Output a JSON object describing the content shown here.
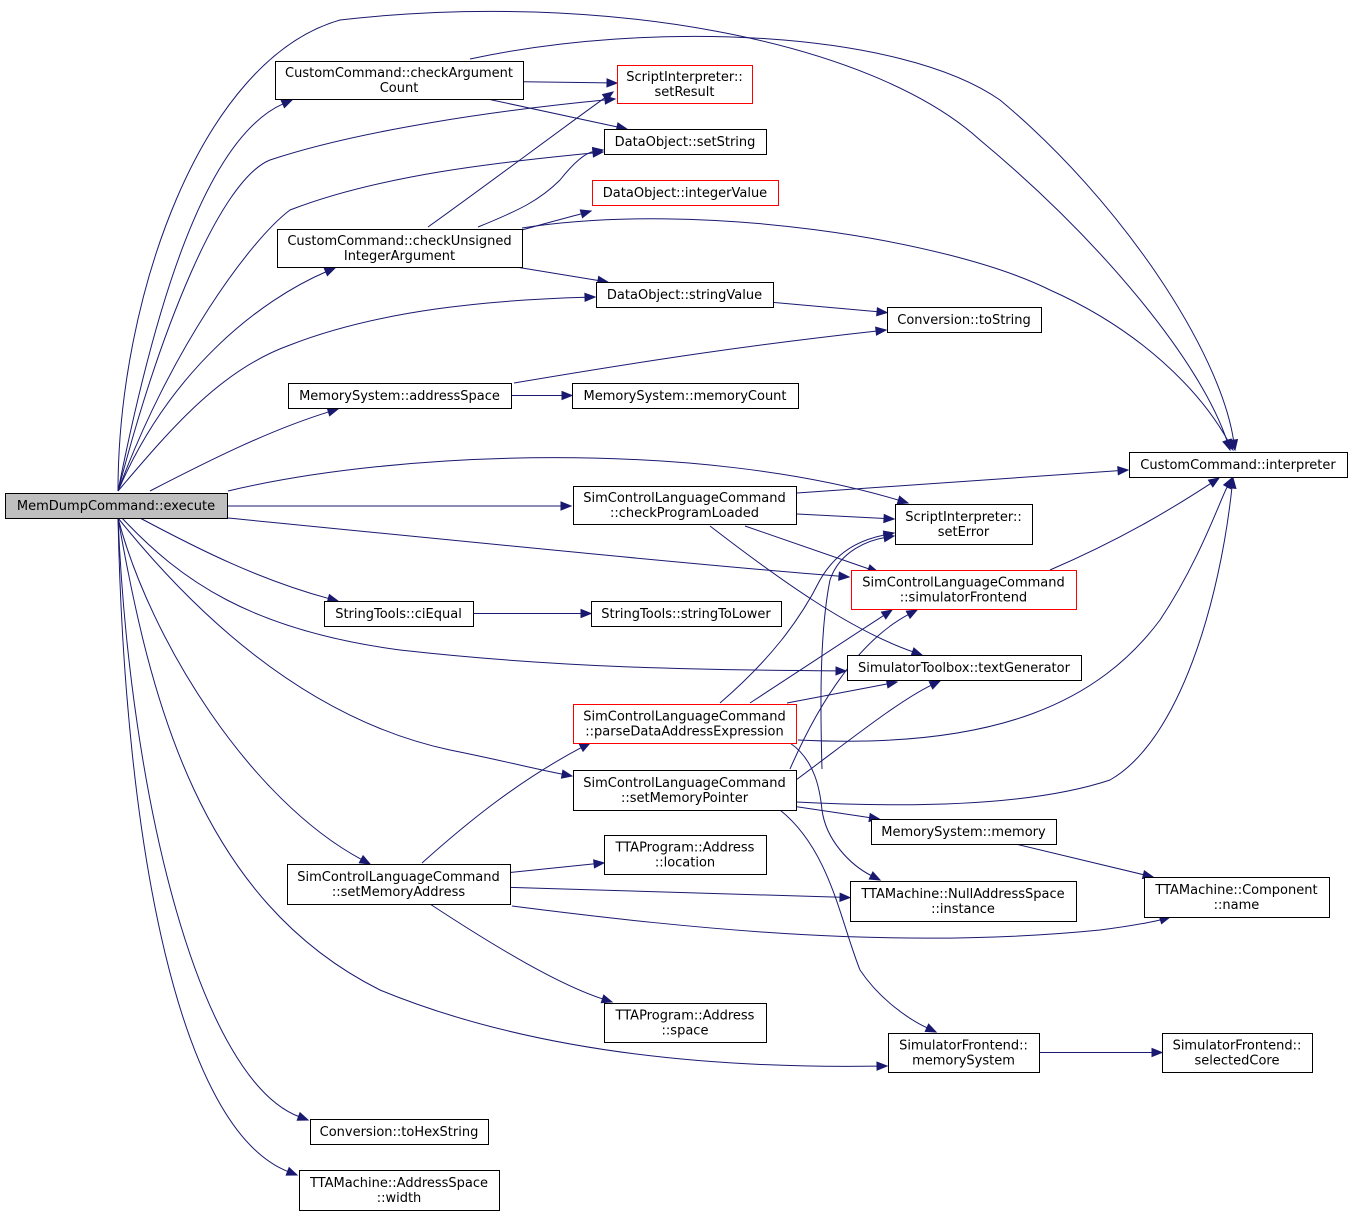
{
  "graph": {
    "title": "",
    "colors": {
      "edge": "#191970",
      "root_fill": "#bfbfbf",
      "box_border": "#000000",
      "truncated_border": "#ff0000"
    },
    "nodes": [
      {
        "id": "execute",
        "lines": [
          "MemDumpCommand::execute"
        ],
        "root": true
      },
      {
        "id": "checkArgumentCount",
        "lines": [
          "CustomCommand::checkArgument",
          "Count"
        ]
      },
      {
        "id": "setResult",
        "lines": [
          "ScriptInterpreter::",
          "setResult"
        ],
        "truncated": true
      },
      {
        "id": "setString",
        "lines": [
          "DataObject::setString"
        ]
      },
      {
        "id": "integerValue",
        "lines": [
          "DataObject::integerValue"
        ],
        "truncated": true
      },
      {
        "id": "checkUnsigned",
        "lines": [
          "CustomCommand::checkUnsigned",
          "IntegerArgument"
        ]
      },
      {
        "id": "stringValue",
        "lines": [
          "DataObject::stringValue"
        ]
      },
      {
        "id": "toString",
        "lines": [
          "Conversion::toString"
        ]
      },
      {
        "id": "addressSpace",
        "lines": [
          "MemorySystem::addressSpace"
        ]
      },
      {
        "id": "memoryCount",
        "lines": [
          "MemorySystem::memoryCount"
        ]
      },
      {
        "id": "interpreter",
        "lines": [
          "CustomCommand::interpreter"
        ]
      },
      {
        "id": "checkProgramLoaded",
        "lines": [
          "SimControlLanguageCommand",
          "::checkProgramLoaded"
        ]
      },
      {
        "id": "setError",
        "lines": [
          "ScriptInterpreter::",
          "setError"
        ]
      },
      {
        "id": "simulatorFrontend",
        "lines": [
          "SimControlLanguageCommand",
          "::simulatorFrontend"
        ],
        "truncated": true
      },
      {
        "id": "ciEqual",
        "lines": [
          "StringTools::ciEqual"
        ]
      },
      {
        "id": "stringToLower",
        "lines": [
          "StringTools::stringToLower"
        ]
      },
      {
        "id": "textGenerator",
        "lines": [
          "SimulatorToolbox::textGenerator"
        ]
      },
      {
        "id": "parseData",
        "lines": [
          "SimControlLanguageCommand",
          "::parseDataAddressExpression"
        ],
        "truncated": true
      },
      {
        "id": "setMemoryPointer",
        "lines": [
          "SimControlLanguageCommand",
          "::setMemoryPointer"
        ]
      },
      {
        "id": "memory",
        "lines": [
          "MemorySystem::memory"
        ]
      },
      {
        "id": "location",
        "lines": [
          "TTAProgram::Address",
          "::location"
        ]
      },
      {
        "id": "setMemoryAddress",
        "lines": [
          "SimControlLanguageCommand",
          "::setMemoryAddress"
        ]
      },
      {
        "id": "nullAddressSpace",
        "lines": [
          "TTAMachine::NullAddressSpace",
          "::instance"
        ]
      },
      {
        "id": "componentName",
        "lines": [
          "TTAMachine::Component",
          "::name"
        ]
      },
      {
        "id": "space",
        "lines": [
          "TTAProgram::Address",
          "::space"
        ]
      },
      {
        "id": "memorySystem",
        "lines": [
          "SimulatorFrontend::",
          "memorySystem"
        ]
      },
      {
        "id": "selectedCore",
        "lines": [
          "SimulatorFrontend::",
          "selectedCore"
        ]
      },
      {
        "id": "toHexString",
        "lines": [
          "Conversion::toHexString"
        ]
      },
      {
        "id": "addressSpaceWidth",
        "lines": [
          "TTAMachine::AddressSpace",
          "::width"
        ]
      }
    ],
    "edges": [
      [
        "execute",
        "checkArgumentCount"
      ],
      [
        "execute",
        "setResult"
      ],
      [
        "execute",
        "setString"
      ],
      [
        "execute",
        "checkUnsigned"
      ],
      [
        "execute",
        "stringValue"
      ],
      [
        "execute",
        "addressSpace"
      ],
      [
        "execute",
        "interpreter"
      ],
      [
        "execute",
        "checkProgramLoaded"
      ],
      [
        "execute",
        "setError"
      ],
      [
        "execute",
        "simulatorFrontend"
      ],
      [
        "execute",
        "ciEqual"
      ],
      [
        "execute",
        "textGenerator"
      ],
      [
        "execute",
        "setMemoryPointer"
      ],
      [
        "execute",
        "setMemoryAddress"
      ],
      [
        "execute",
        "memorySystem"
      ],
      [
        "execute",
        "toHexString"
      ],
      [
        "execute",
        "addressSpaceWidth"
      ],
      [
        "checkArgumentCount",
        "setResult"
      ],
      [
        "checkArgumentCount",
        "setString"
      ],
      [
        "checkArgumentCount",
        "interpreter"
      ],
      [
        "checkUnsigned",
        "setResult"
      ],
      [
        "checkUnsigned",
        "setString"
      ],
      [
        "checkUnsigned",
        "integerValue"
      ],
      [
        "checkUnsigned",
        "stringValue"
      ],
      [
        "checkUnsigned",
        "interpreter"
      ],
      [
        "stringValue",
        "toString"
      ],
      [
        "addressSpace",
        "memoryCount"
      ],
      [
        "addressSpace",
        "toString"
      ],
      [
        "checkProgramLoaded",
        "interpreter"
      ],
      [
        "checkProgramLoaded",
        "setError"
      ],
      [
        "checkProgramLoaded",
        "simulatorFrontend"
      ],
      [
        "checkProgramLoaded",
        "textGenerator"
      ],
      [
        "simulatorFrontend",
        "interpreter"
      ],
      [
        "ciEqual",
        "stringToLower"
      ],
      [
        "parseData",
        "setError"
      ],
      [
        "parseData",
        "simulatorFrontend"
      ],
      [
        "parseData",
        "textGenerator"
      ],
      [
        "parseData",
        "interpreter"
      ],
      [
        "parseData",
        "nullAddressSpace"
      ],
      [
        "setMemoryPointer",
        "setError"
      ],
      [
        "setMemoryPointer",
        "simulatorFrontend"
      ],
      [
        "setMemoryPointer",
        "textGenerator"
      ],
      [
        "setMemoryPointer",
        "interpreter"
      ],
      [
        "setMemoryPointer",
        "memory"
      ],
      [
        "setMemoryPointer",
        "memorySystem"
      ],
      [
        "memory",
        "componentName"
      ],
      [
        "setMemoryAddress",
        "parseData"
      ],
      [
        "setMemoryAddress",
        "location"
      ],
      [
        "setMemoryAddress",
        "nullAddressSpace"
      ],
      [
        "setMemoryAddress",
        "componentName"
      ],
      [
        "setMemoryAddress",
        "space"
      ],
      [
        "memorySystem",
        "selectedCore"
      ]
    ]
  }
}
